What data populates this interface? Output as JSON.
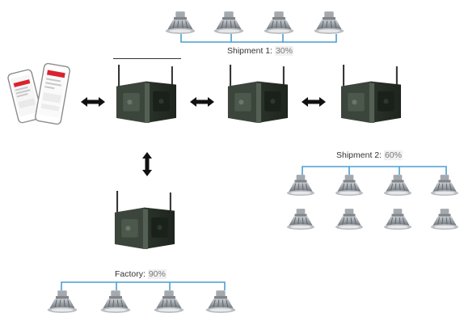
{
  "diagram": {
    "shipment1": {
      "label": "Shipment 1: ",
      "percent": "30%"
    },
    "shipment2": {
      "label": "Shipment 2: ",
      "percent": "60%"
    },
    "factory": {
      "label": "Factory: ",
      "percent": "90%"
    }
  },
  "colors": {
    "connector_line": "#4a9fd0",
    "arrow": "#111111",
    "device_body": "#2f3a2f",
    "lamp": "#9aa0a6",
    "phone_accent": "#d9232e"
  },
  "icons": {
    "lamp": "high-bay-lamp-icon",
    "gateway": "gateway-device-icon",
    "phone": "smartphone-icon"
  }
}
